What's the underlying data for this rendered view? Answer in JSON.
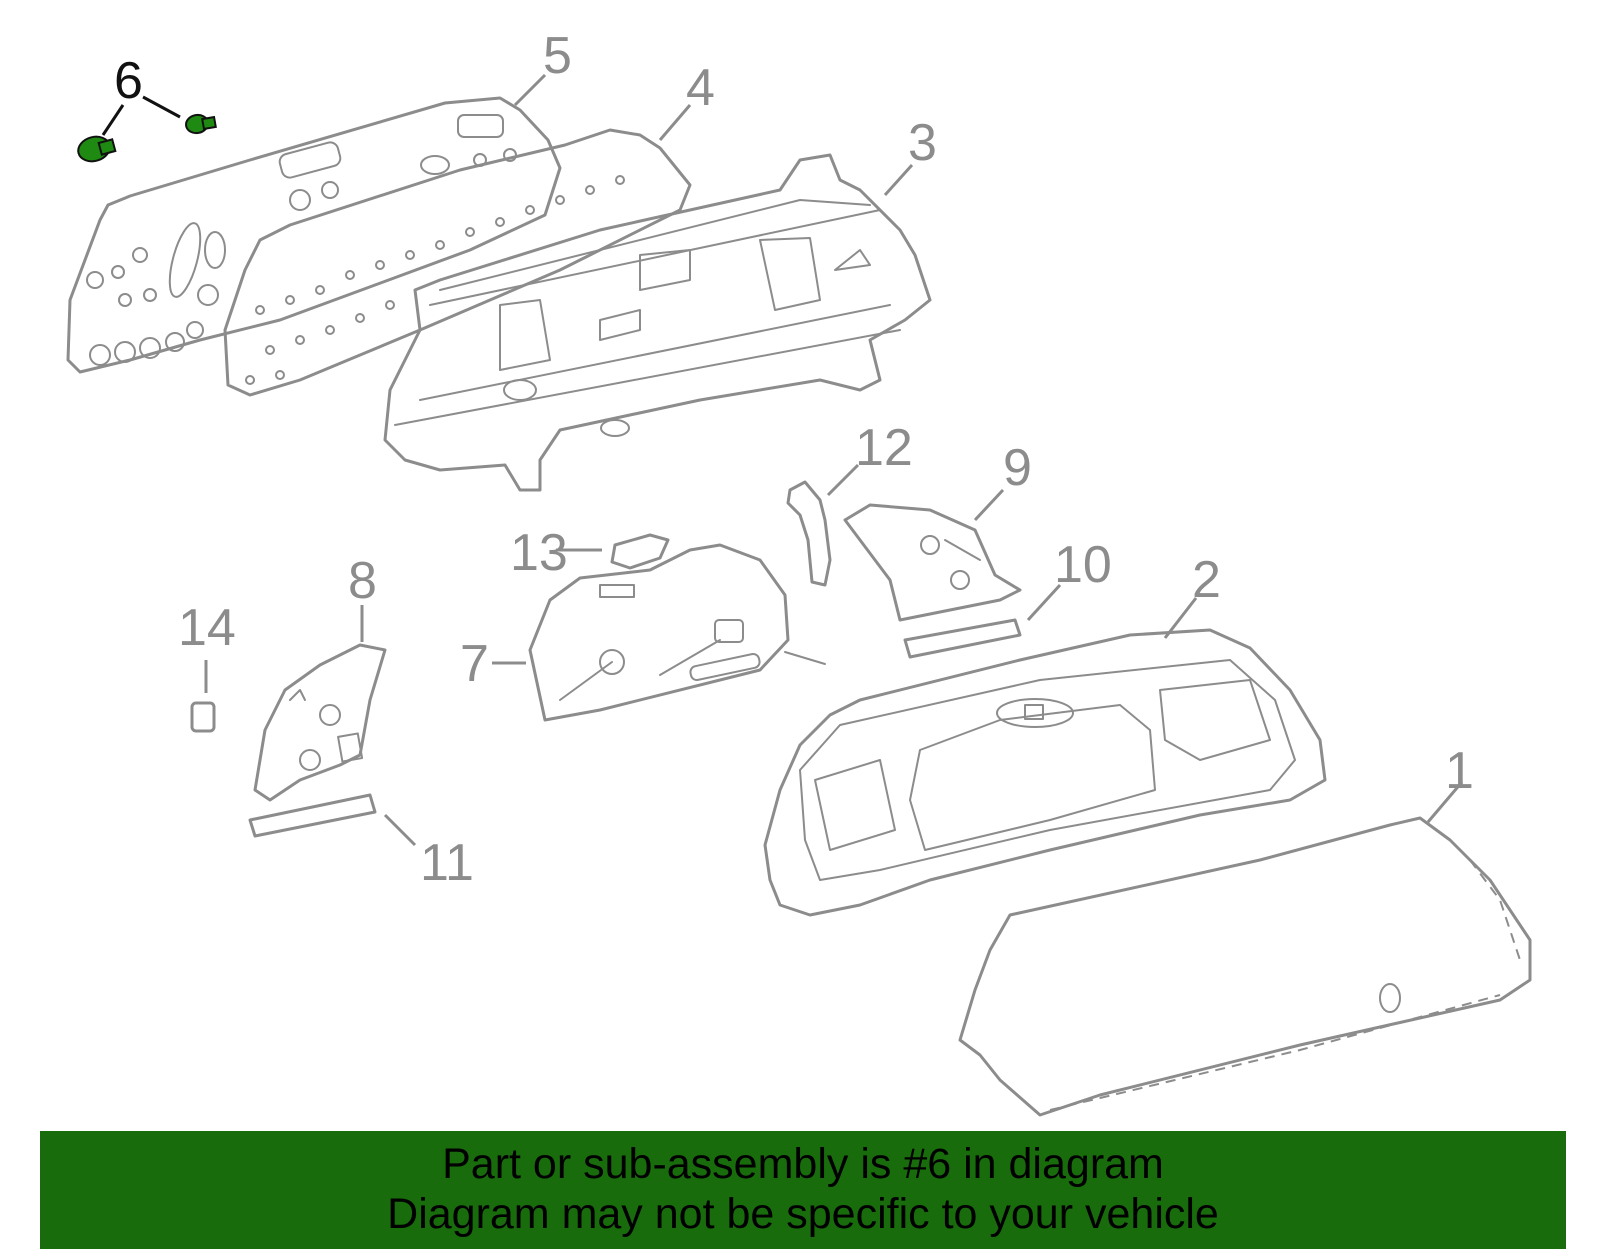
{
  "callouts": [
    {
      "id": "1",
      "label": "1",
      "highlighted": false
    },
    {
      "id": "2",
      "label": "2",
      "highlighted": false
    },
    {
      "id": "3",
      "label": "3",
      "highlighted": false
    },
    {
      "id": "4",
      "label": "4",
      "highlighted": false
    },
    {
      "id": "5",
      "label": "5",
      "highlighted": false
    },
    {
      "id": "6",
      "label": "6",
      "highlighted": true
    },
    {
      "id": "7",
      "label": "7",
      "highlighted": false
    },
    {
      "id": "8",
      "label": "8",
      "highlighted": false
    },
    {
      "id": "9",
      "label": "9",
      "highlighted": false
    },
    {
      "id": "10",
      "label": "10",
      "highlighted": false
    },
    {
      "id": "11",
      "label": "11",
      "highlighted": false
    },
    {
      "id": "12",
      "label": "12",
      "highlighted": false
    },
    {
      "id": "13",
      "label": "13",
      "highlighted": false
    },
    {
      "id": "14",
      "label": "14",
      "highlighted": false
    }
  ],
  "caption": {
    "line1": "Part or sub-assembly is #6 in diagram",
    "line2": "Diagram may not be specific to your vehicle"
  },
  "colors": {
    "line_art": "#8c8c8c",
    "highlight_part": "#1f8a12",
    "highlight_label": "#111111",
    "caption_bar": "#186c0c",
    "background": "#ffffff"
  }
}
